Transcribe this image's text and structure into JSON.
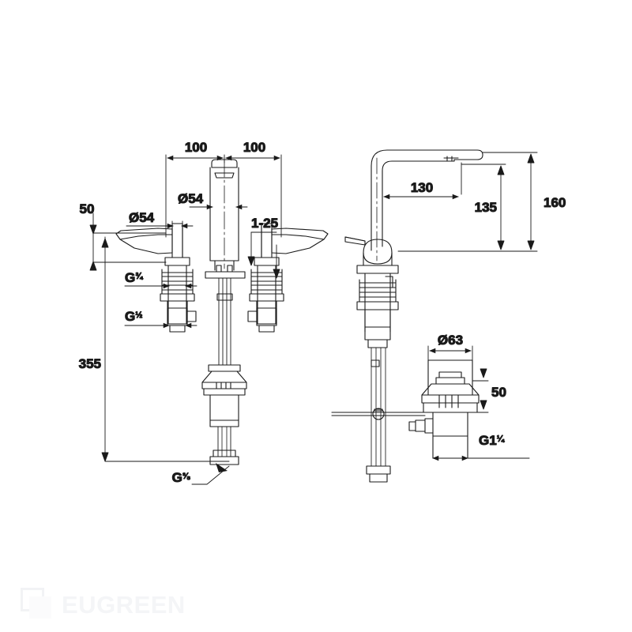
{
  "document": {
    "type": "technical-dimension-drawing",
    "subject": "3-hole basin mixer tap with pop-up waste",
    "background_color": "#ffffff",
    "line_color": "#1a1a1a"
  },
  "dimensions": {
    "spacing_left": "100",
    "spacing_right": "100",
    "handle_diameter_left": "Ø54",
    "spout_diameter": "Ø54",
    "deck_thickness_left": "50",
    "deck_thickness_range": "1-25",
    "overall_height": "355",
    "spout_reach": "130",
    "spout_height": "135",
    "overall_spout_height": "160",
    "waste_flange_diameter": "Ø63",
    "waste_deck_thickness": "50"
  },
  "threads": {
    "handle_upper": "G¾",
    "handle_lower": "G½",
    "supply_tail": "G⅜",
    "waste_outlet": "G1¼"
  },
  "thread_parts": {
    "handle_upper_whole": "G",
    "handle_upper_frac": "¾",
    "handle_lower_whole": "G",
    "handle_lower_frac": "½",
    "supply_whole": "G",
    "supply_frac": "⅜",
    "waste_whole": "G1",
    "waste_frac": "¼"
  },
  "watermark": {
    "brand": "EUGREEN",
    "logo_icon": "square-logo-icon",
    "color": "#f4f5f7"
  }
}
